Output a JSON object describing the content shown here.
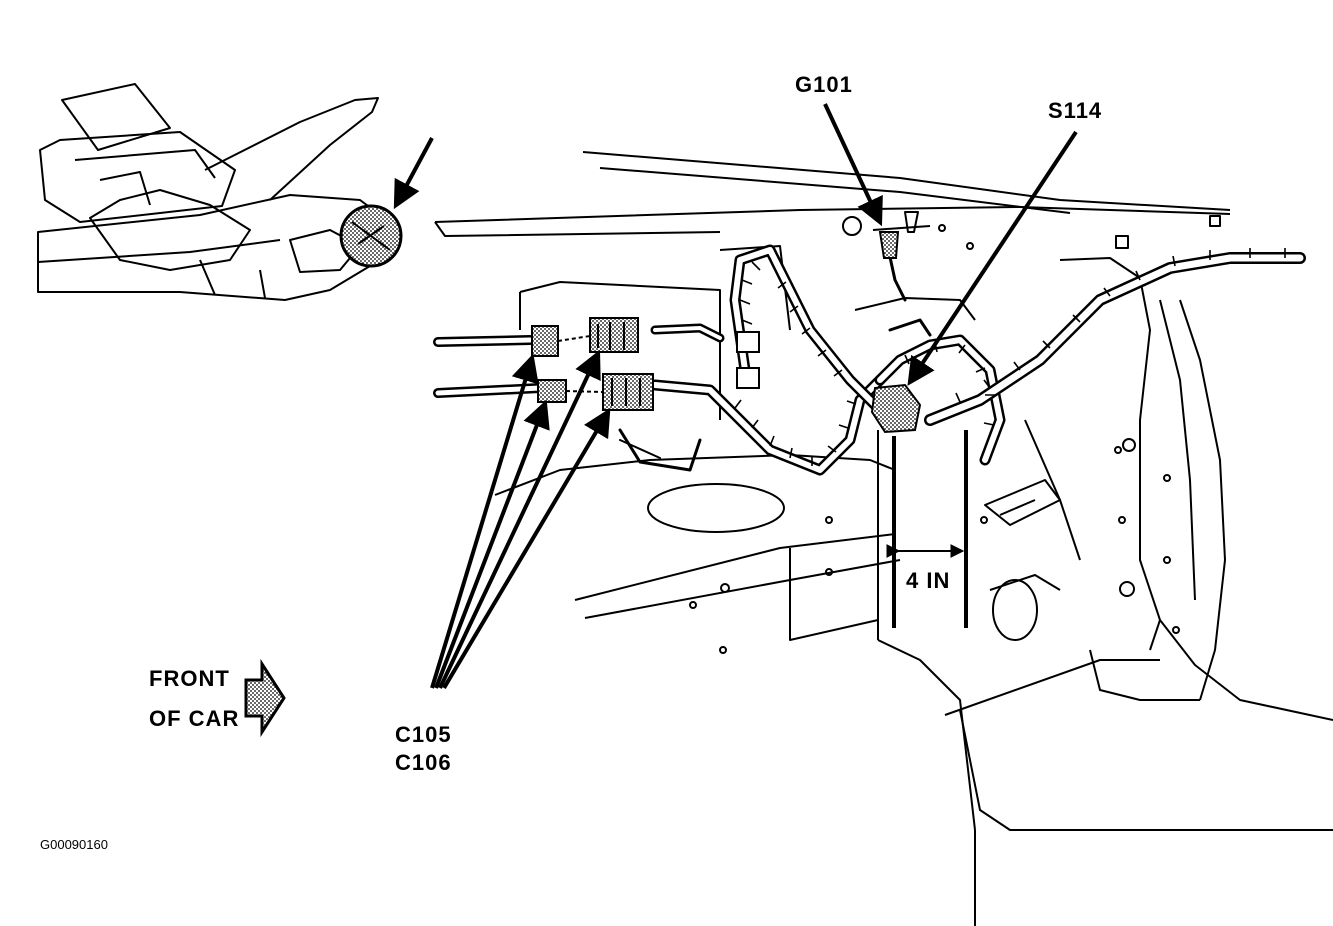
{
  "figure_id": "G00090160",
  "callouts": {
    "g101": "G101",
    "s114": "S114",
    "c105": "C105",
    "c106": "C106",
    "dimension": "4 IN"
  },
  "direction": {
    "line1": "FRONT",
    "line2": "OF CAR"
  },
  "colors": {
    "ink": "#000000",
    "paper": "#ffffff",
    "shade": "#9a9a9a"
  }
}
